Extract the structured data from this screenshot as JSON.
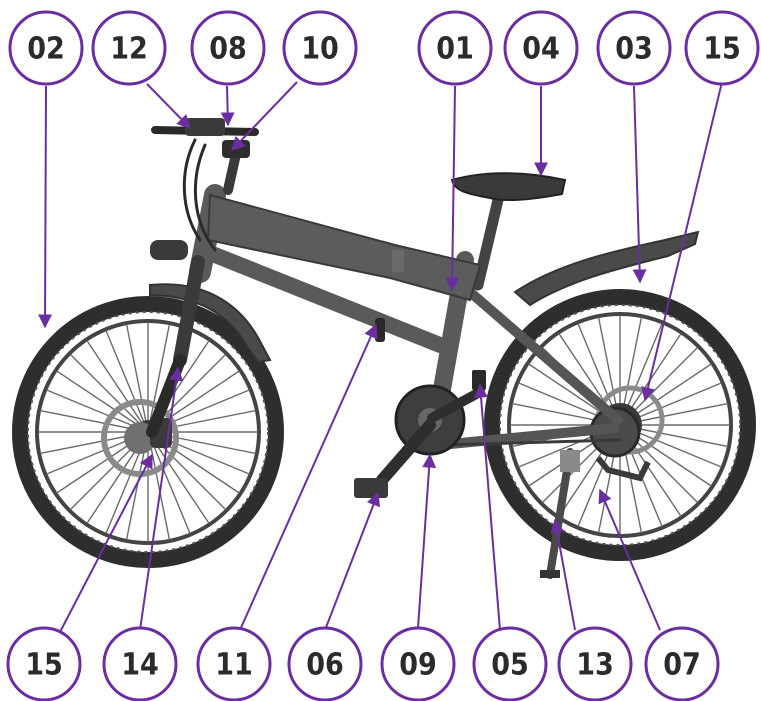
{
  "accent_color": "#6a2ea0",
  "callouts": [
    {
      "id": "top-02",
      "label": "02"
    },
    {
      "id": "top-12",
      "label": "12"
    },
    {
      "id": "top-08",
      "label": "08"
    },
    {
      "id": "top-10",
      "label": "10"
    },
    {
      "id": "top-01",
      "label": "01"
    },
    {
      "id": "top-04",
      "label": "04"
    },
    {
      "id": "top-03",
      "label": "03"
    },
    {
      "id": "top-15",
      "label": "15"
    },
    {
      "id": "bottom-15",
      "label": "15"
    },
    {
      "id": "bottom-14",
      "label": "14"
    },
    {
      "id": "bottom-11",
      "label": "11"
    },
    {
      "id": "bottom-06",
      "label": "06"
    },
    {
      "id": "bottom-09",
      "label": "09"
    },
    {
      "id": "bottom-05",
      "label": "05"
    },
    {
      "id": "bottom-13",
      "label": "13"
    },
    {
      "id": "bottom-07",
      "label": "07"
    }
  ]
}
